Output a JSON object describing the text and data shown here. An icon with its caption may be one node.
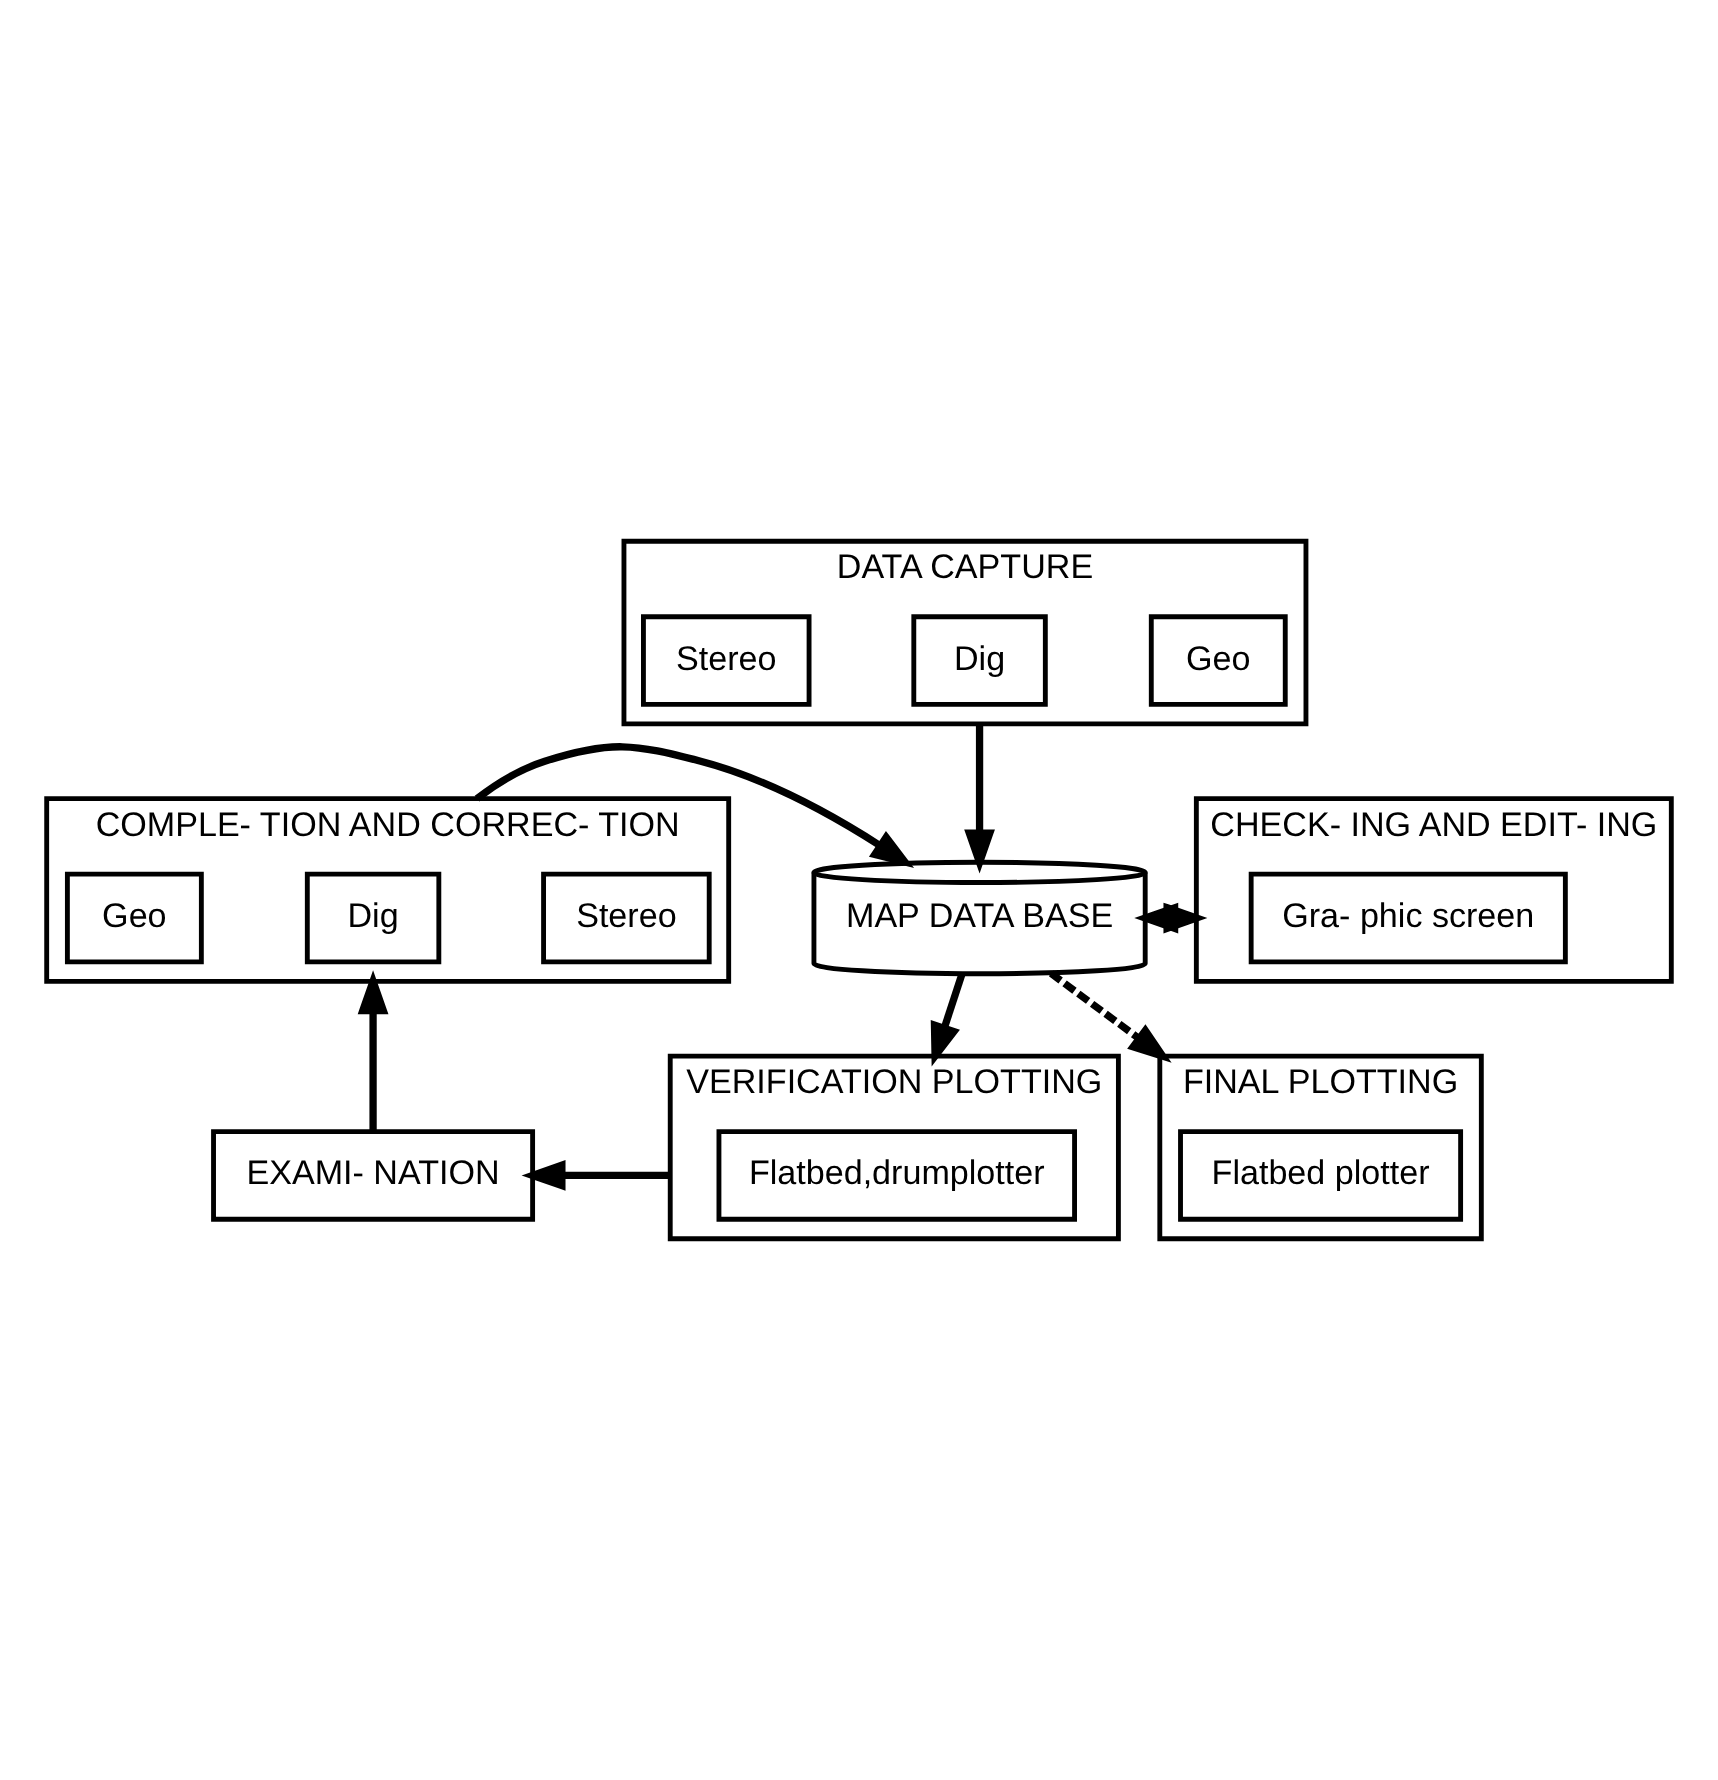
{
  "diagram": {
    "nodes": [
      {
        "text": [
          "DATA CAPTURE"
        ]
      },
      {
        "text": [
          "Stereo"
        ],
        "in": 0
      },
      {
        "text": [
          "Dig"
        ],
        "in": 0
      },
      {
        "text": [
          "Geo"
        ],
        "in": 0
      },
      {
        "text": [
          "COMPLE- TION AND CORREC- TION"
        ]
      },
      {
        "text": [
          "Stereo"
        ],
        "in": 4
      },
      {
        "text": [
          "Dig"
        ],
        "in": 4
      },
      {
        "text": [
          "Geo"
        ],
        "in": 4
      },
      {
        "text": [
          "MAP DATA BASE"
        ]
      },
      {
        "text": [
          "CHECK- ING AND EDIT- ING"
        ]
      },
      {
        "text": [
          "Gra- phic screen"
        ],
        "in": 9
      },
      {
        "text": [
          "VERIFICATION PLOTTING"
        ]
      },
      {
        "text": [
          "Flatbed,drumplotter"
        ],
        "in": 11
      },
      {
        "text": [
          "EXAMI- NATION"
        ]
      },
      {
        "text": [
          "FINAL PLOTTING"
        ]
      },
      {
        "text": [
          "Flatbed plotter"
        ],
        "in": 14
      }
    ],
    "edges": [
      {
        "from": 0,
        "to": 8,
        "arrow": "to"
      },
      {
        "from": 4,
        "to": 8,
        "arrow": "to"
      },
      {
        "from": 8,
        "to": 9,
        "arrow": "to"
      },
      {
        "from": 9,
        "to": 8,
        "arrow": "to"
      },
      {
        "from": 8,
        "to": 11,
        "arrow": "to"
      },
      {
        "from": 8,
        "to": 14,
        "arrow": "to",
        "style": "dashed"
      },
      {
        "from": 11,
        "to": 13,
        "arrow": "to"
      },
      {
        "from": 13,
        "to": 4,
        "arrow": "to"
      }
    ]
  }
}
